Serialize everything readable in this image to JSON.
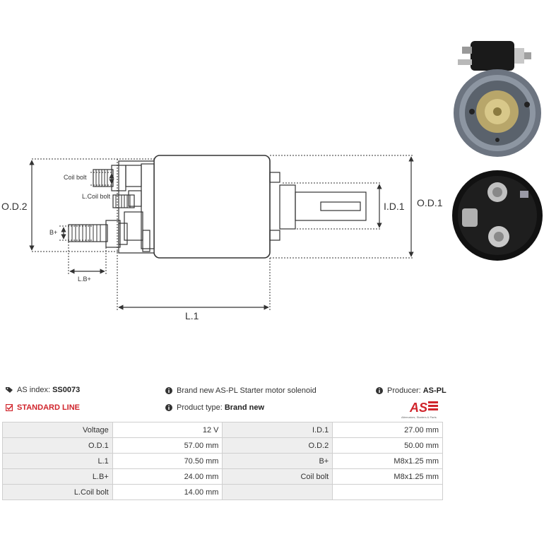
{
  "diagram": {
    "labels": {
      "od2": "O.D.2",
      "od1": "O.D.1",
      "id1": "I.D.1",
      "l1": "L.1",
      "coil_bolt": "Coil bolt",
      "l_coil_bolt": "L.Coil bolt",
      "b_plus": "B+",
      "l_b_plus": "L.B+"
    }
  },
  "info": {
    "as_index_label": "AS index:",
    "as_index_value": "SS0073",
    "line": "STANDARD LINE",
    "description": "Brand new AS-PL Starter motor solenoid",
    "product_type_label": "Product type:",
    "product_type_value": "Brand new",
    "producer_label": "Producer:",
    "producer_value": "AS-PL",
    "logo_text": "AS",
    "logo_tagline": "Alternators, Starters & Parts"
  },
  "specs": [
    {
      "label": "Voltage",
      "value": "12 V",
      "label2": "I.D.1",
      "value2": "27.00 mm"
    },
    {
      "label": "O.D.1",
      "value": "57.00 mm",
      "label2": "O.D.2",
      "value2": "50.00 mm"
    },
    {
      "label": "L.1",
      "value": "70.50 mm",
      "label2": "B+",
      "value2": "M8x1.25 mm"
    },
    {
      "label": "L.B+",
      "value": "24.00 mm",
      "label2": "Coil bolt",
      "value2": "M8x1.25 mm"
    },
    {
      "label": "L.Coil bolt",
      "value": "14.00 mm",
      "label2": "",
      "value2": ""
    }
  ],
  "colors": {
    "accent": "#d0242b",
    "table_label_bg": "#eeeeee",
    "table_border": "#cfcfcf"
  }
}
